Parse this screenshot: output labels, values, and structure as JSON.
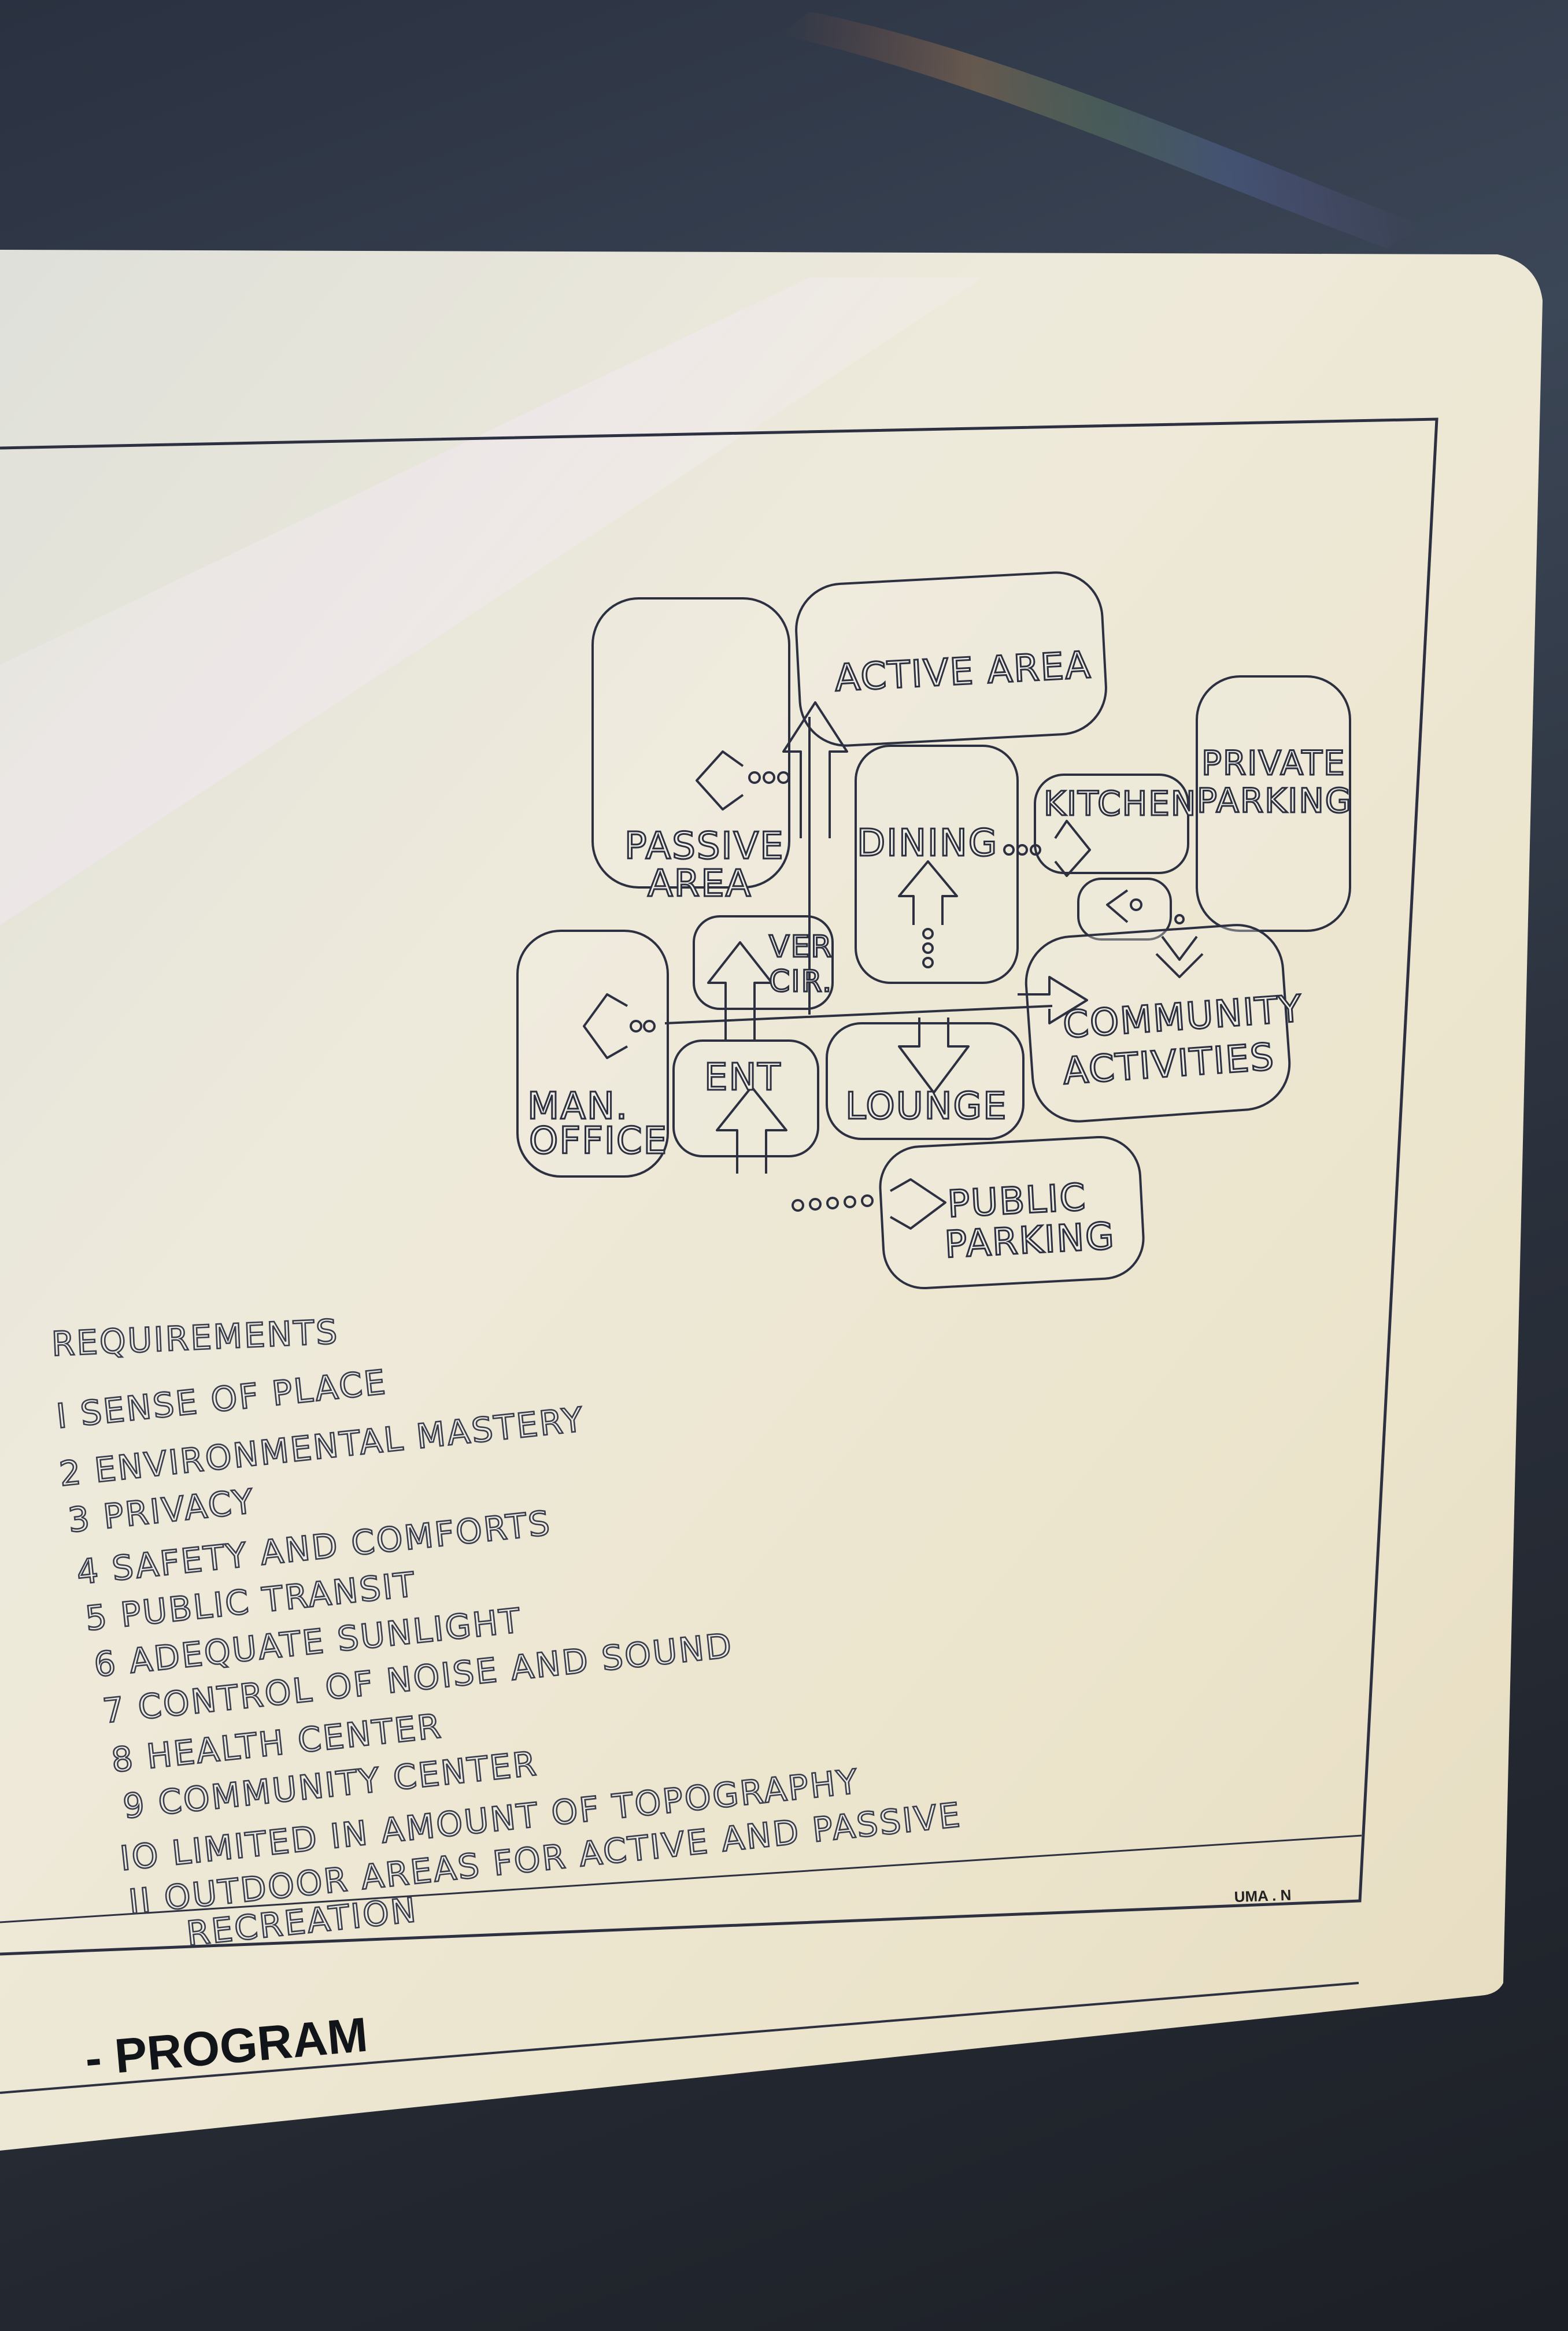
{
  "diagram": {
    "nodes": {
      "active_area": "ACTIVE AREA",
      "passive_area_1": "PASSIVE",
      "passive_area_2": "AREA",
      "dining": "DINING",
      "kitchen": "KITCHEN",
      "private_parking_1": "PRIVATE",
      "private_parking_2": "PARKING",
      "ver_cir_1": "VER",
      "ver_cir_2": "CIR.",
      "man_office_1": "MAN.",
      "man_office_2": "OFFICE",
      "ent": "ENT",
      "lounge": "LOUNGE",
      "community_1": "COMMUNITY",
      "community_2": "ACTIVITIES",
      "public_parking_1": "PUBLIC",
      "public_parking_2": "PARKING"
    }
  },
  "requirements": {
    "heading": "REQUIREMENTS",
    "items": [
      "I SENSE OF PLACE",
      "2 ENVIRONMENTAL MASTERY",
      "3 PRIVACY",
      "4 SAFETY AND COMFORTS",
      "5 PUBLIC TRANSIT",
      "6 ADEQUATE SUNLIGHT",
      "7 CONTROL OF NOISE AND SOUND",
      "8 HEALTH CENTER",
      "9 COMMUNITY CENTER",
      "IO LIMITED IN AMOUNT OF TOPOGRAPHY",
      "II OUTDOOR AREAS FOR ACTIVE AND PASSIVE",
      "RECREATION"
    ]
  },
  "sheet": {
    "title": "- PROGRAM",
    "signature": "UMA . N"
  },
  "colors": {
    "paper": "#ece6d2",
    "ink": "#2d3040",
    "background": "#2a3140"
  }
}
